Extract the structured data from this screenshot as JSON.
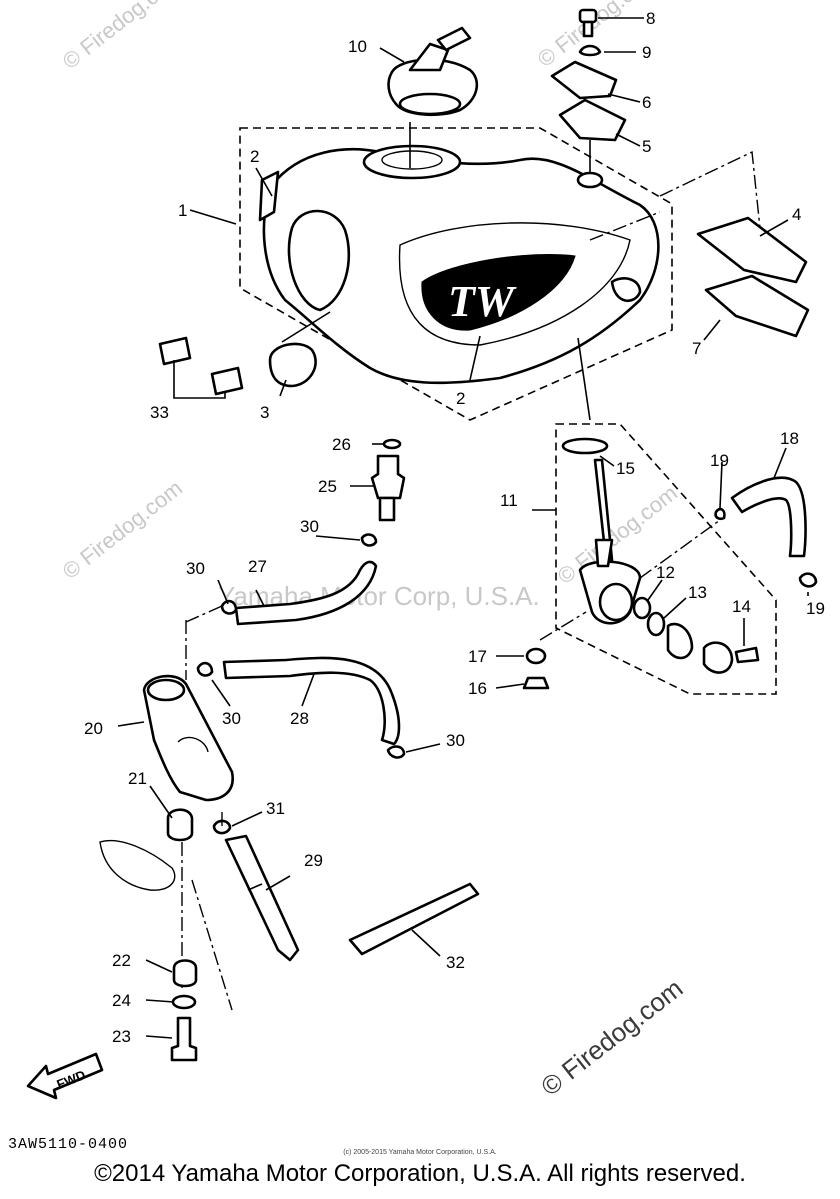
{
  "watermarks": {
    "firedog_top_left": "© Firedog.com",
    "firedog_top_right": "© Firedog.com",
    "firedog_mid_left": "© Firedog.com",
    "firedog_mid_right": "© Firedog.com",
    "yamaha_center": "Yamaha Motor Corp, U.S.A.",
    "firedog_bottom_right": "© Firedog.com"
  },
  "callouts": {
    "c1": "1",
    "c2a": "2",
    "c2b": "2",
    "c3": "3",
    "c4": "4",
    "c5": "5",
    "c6": "6",
    "c7": "7",
    "c8": "8",
    "c9": "9",
    "c10": "10",
    "c11": "11",
    "c12": "12",
    "c13": "13",
    "c14": "14",
    "c15": "15",
    "c16": "16",
    "c17": "17",
    "c18": "18",
    "c19a": "19",
    "c19b": "19",
    "c20": "20",
    "c21": "21",
    "c22": "22",
    "c23": "23",
    "c24": "24",
    "c25": "25",
    "c26": "26",
    "c27": "27",
    "c28": "28",
    "c29": "29",
    "c30a": "30",
    "c30b": "30",
    "c30c": "30",
    "c30d": "30",
    "c31": "31",
    "c32": "32",
    "c33": "33"
  },
  "tank_logo": "TW",
  "fwd_arrow": "FWD",
  "diagram_code": "3AW5110-0400",
  "small_copyright": "(c) 2005-2015 Yamaha Motor Corporation, U.S.A.",
  "copyright": "©2014 Yamaha Motor Corporation, U.S.A. All rights reserved."
}
